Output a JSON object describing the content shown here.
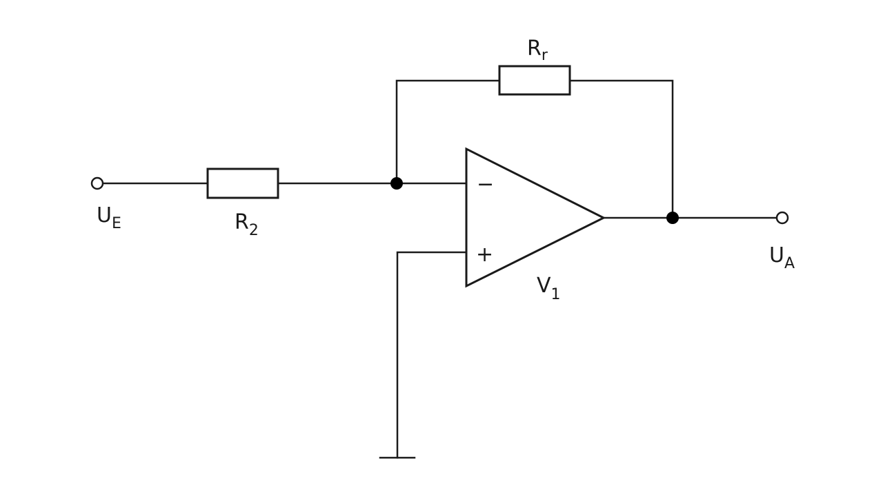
{
  "circuit": {
    "input": {
      "main": "U",
      "sub": "E"
    },
    "output": {
      "main": "U",
      "sub": "A"
    },
    "r_input": {
      "main": "R",
      "sub": "2"
    },
    "r_feedback": {
      "main": "R",
      "sub": "r"
    },
    "opamp": {
      "main": "V",
      "sub": "1",
      "inverting": "−",
      "noninverting": "+"
    }
  },
  "colors": {
    "line": "#1a1a1a",
    "node": "#000000",
    "background": "#ffffff"
  }
}
